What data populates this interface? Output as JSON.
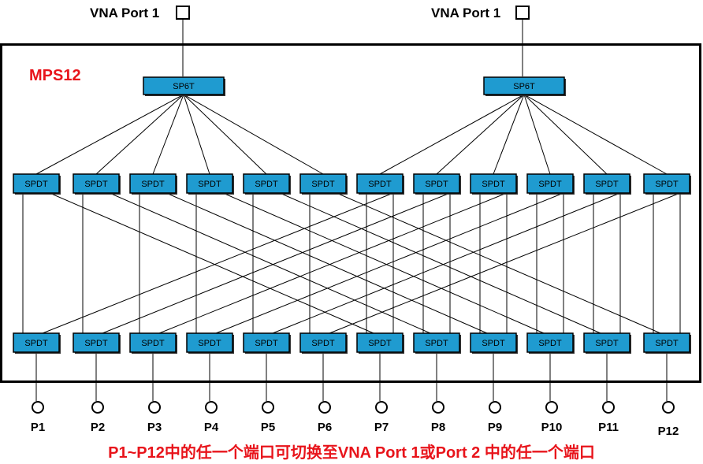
{
  "vna_ports": [
    "VNA Port 1",
    "VNA Port 1"
  ],
  "title": "MPS12",
  "sp6t_label": "SP6T",
  "spdt_label": "SPDT",
  "ports": [
    "P1",
    "P2",
    "P3",
    "P4",
    "P5",
    "P6",
    "P7",
    "P8",
    "P9",
    "P10",
    "P11",
    "P12"
  ],
  "caption": "P1~P12中的任一个端口可切换至VNA Port 1或Port 2 中的任一个端口",
  "colors": {
    "switch_fill": "#1f9bd0",
    "accent_text": "#e8141b",
    "line": "#000000"
  }
}
